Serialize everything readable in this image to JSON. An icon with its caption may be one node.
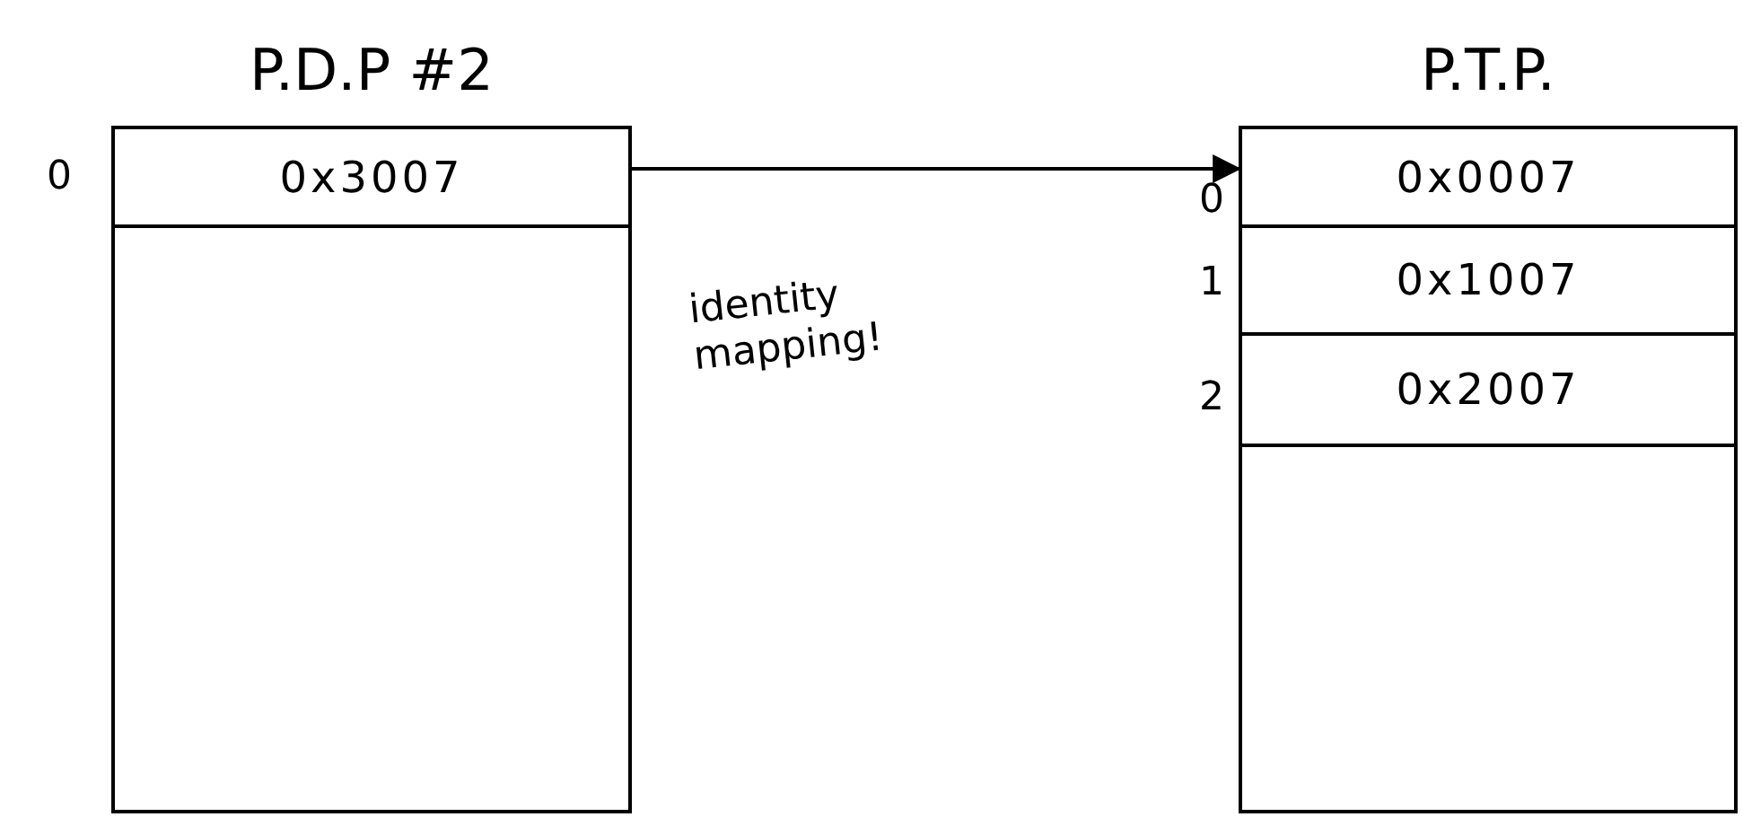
{
  "diagram": {
    "nodes": [
      {
        "text": [
          "P.D.P #2"
        ]
      },
      {
        "text": [
          "0x3007"
        ],
        "in": 0,
        "beside": [
          "0"
        ]
      },
      {
        "text": [
          "P.T.P."
        ]
      },
      {
        "text": [
          "0x0007"
        ],
        "in": 2,
        "beside": [
          "0"
        ]
      },
      {
        "text": [
          "0x1007"
        ],
        "in": 2,
        "beside": [
          "1"
        ]
      },
      {
        "text": [
          "0x2007"
        ],
        "in": 2,
        "beside": [
          "2"
        ]
      }
    ],
    "edges": [
      {
        "from": 1,
        "to": 3,
        "arrow": "to"
      }
    ],
    "labels": [
      "identity mapping!"
    ]
  }
}
